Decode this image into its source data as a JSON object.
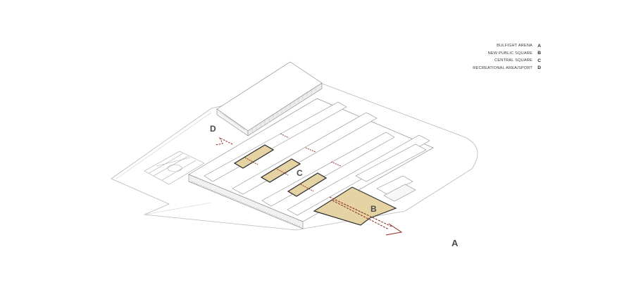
{
  "legend": {
    "items": [
      {
        "label": "BULFIGHT ARENA",
        "key": "A"
      },
      {
        "label": "NEW PUBLIC SQUARE",
        "key": "B"
      },
      {
        "label": "CENTRAL SQUARE",
        "key": "C"
      },
      {
        "label": "RECREATIONAL AREA/SPORT",
        "key": "D"
      }
    ]
  },
  "labels": {
    "a": "A",
    "b": "B",
    "c": "C",
    "d": "D"
  },
  "colors": {
    "line": "#9a9a9a",
    "dark_line": "#2f2f2f",
    "square_fill": "#e6d3a4",
    "arrow": "#8c2a1e"
  }
}
